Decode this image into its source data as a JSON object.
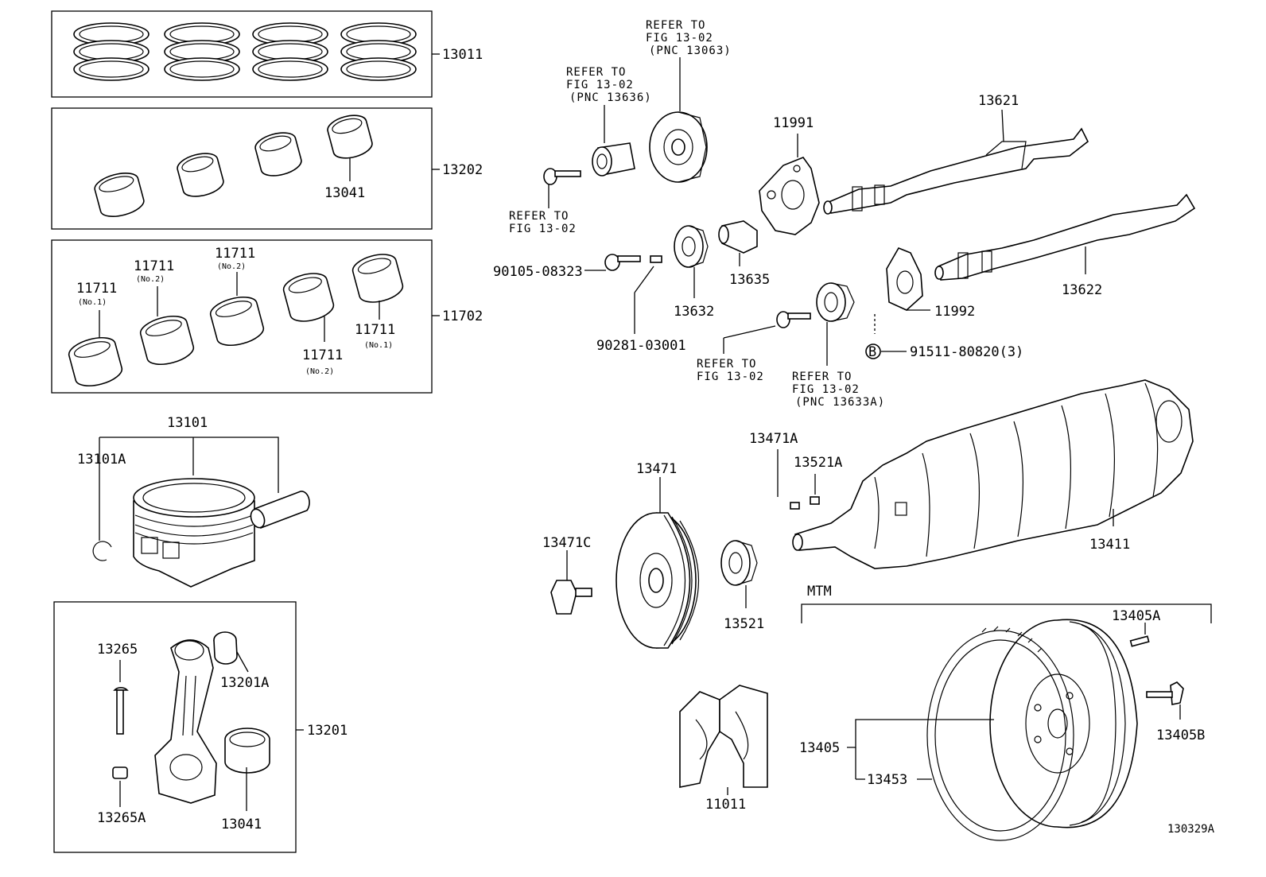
{
  "diagram": {
    "drawing_code": "130329A",
    "mtm_label": "MTM",
    "labels": {
      "p13011": "13011",
      "p13202": "13202",
      "p13041_top": "13041",
      "p11702": "11702",
      "p11711_a": "11711",
      "p11711_a_note": "(No.1)",
      "p11711_b": "11711",
      "p11711_b_note": "(No.2)",
      "p11711_c": "11711",
      "p11711_c_note": "(No.2)",
      "p11711_d": "11711",
      "p11711_d_note": "(No.2)",
      "p11711_e": "11711",
      "p11711_e_note": "(No.1)",
      "p13101": "13101",
      "p13101A": "13101A",
      "p13265": "13265",
      "p13201A": "13201A",
      "p13201": "13201",
      "p13265A": "13265A",
      "p13041_bottom": "13041",
      "p13621": "13621",
      "p11991": "11991",
      "p13622": "13622",
      "p11992": "11992",
      "p90105": "90105-08323",
      "p13632": "13632",
      "p13635": "13635",
      "p90281": "90281-03001",
      "p91511": "91511-80820(3)",
      "p91511_marker": "B",
      "p13471A": "13471A",
      "p13521A": "13521A",
      "p13471": "13471",
      "p13471C": "13471C",
      "p13521": "13521",
      "p13411": "13411",
      "p13405A": "13405A",
      "p13405B": "13405B",
      "p13405": "13405",
      "p13453": "13453",
      "p11011": "11011"
    },
    "refs": {
      "r1": [
        "REFER TO",
        "FIG 13-02",
        "(PNC 13063)"
      ],
      "r2": [
        "REFER TO",
        "FIG 13-02",
        "(PNC 13636)"
      ],
      "r3": [
        "REFER TO",
        "FIG 13-02"
      ],
      "r4": [
        "REFER TO",
        "FIG 13-02"
      ],
      "r5": [
        "REFER TO",
        "FIG 13-02",
        "(PNC 13633A)"
      ]
    }
  }
}
